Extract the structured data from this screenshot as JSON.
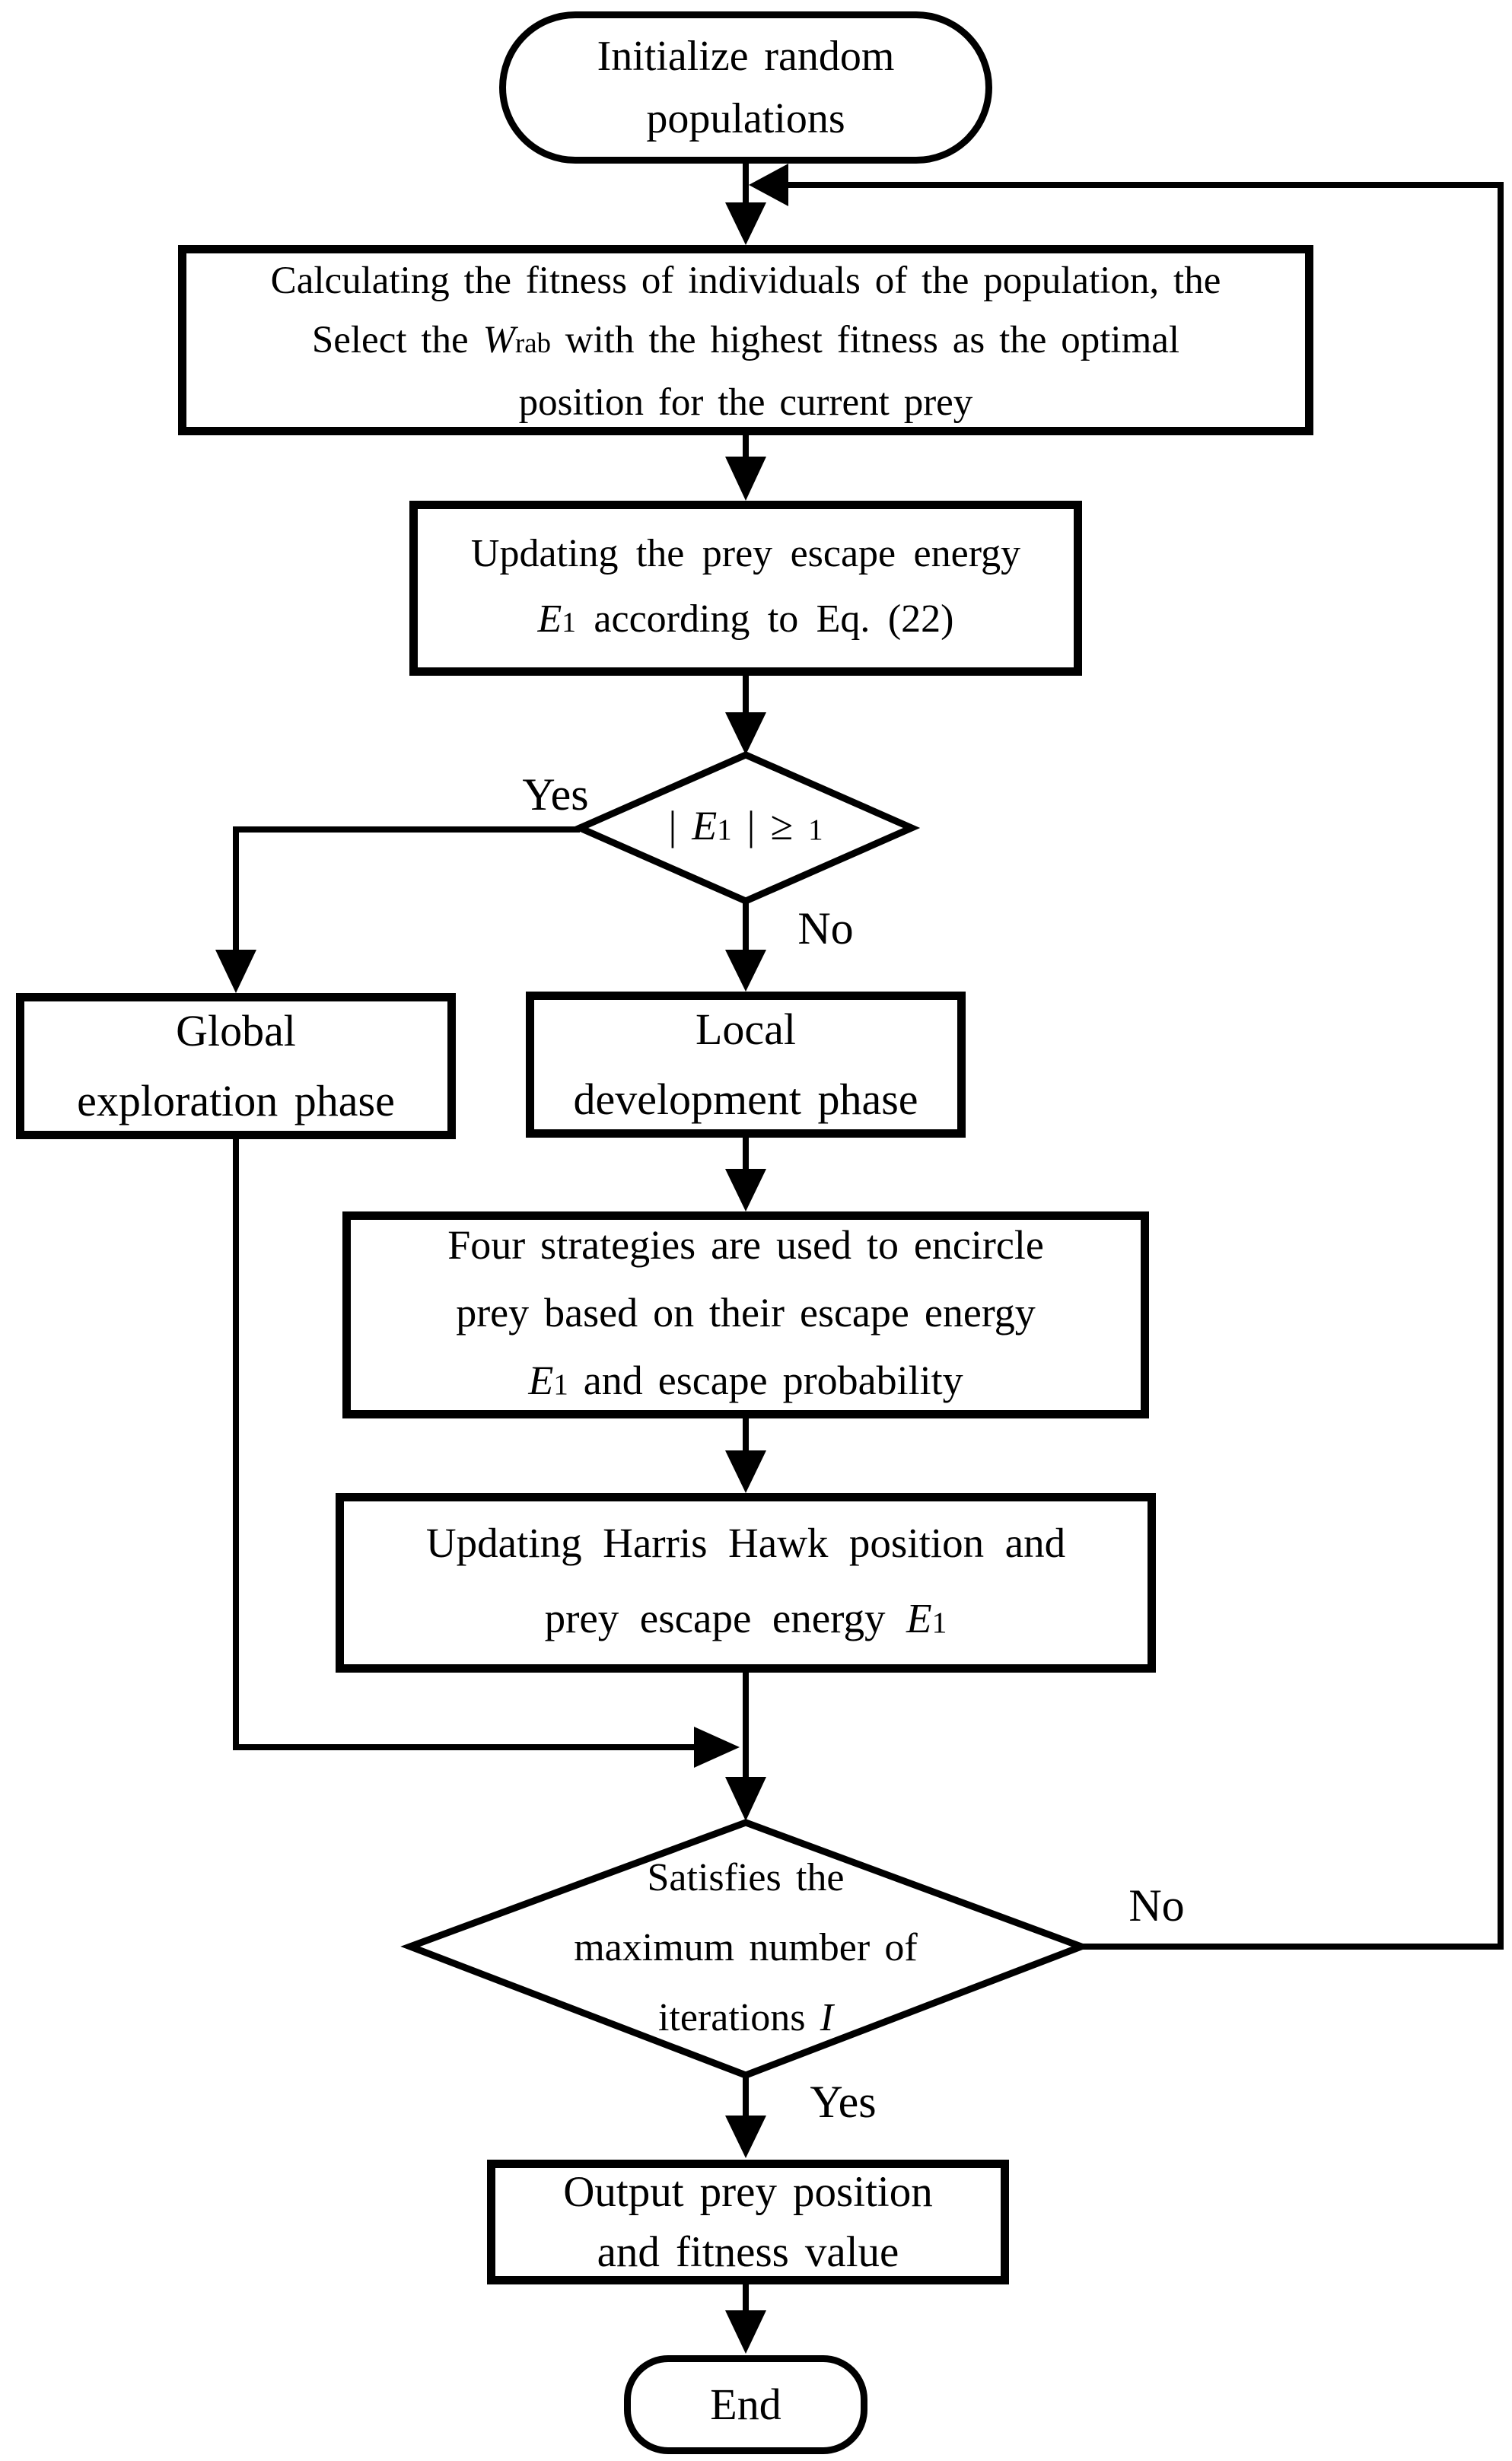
{
  "page": {
    "background": "#ffffff",
    "ink": "#000000"
  },
  "nodes": {
    "start": {
      "type": "terminator",
      "lines": [
        [
          {
            "t": "Initialize random"
          }
        ],
        [
          {
            "t": "populations"
          }
        ]
      ]
    },
    "calc_fitness": {
      "type": "process",
      "lines": [
        [
          {
            "t": "Calculating the fitness of individuals of the population, the"
          }
        ],
        [
          {
            "t": "Select the "
          },
          {
            "t": "W",
            "i": true
          },
          {
            "t": "rab",
            "s": true
          },
          {
            "t": " with the highest fitness as the optimal"
          }
        ],
        [
          {
            "t": "position for the current prey"
          }
        ]
      ]
    },
    "update_energy": {
      "type": "process",
      "lines": [
        [
          {
            "t": "Updating the prey escape energy"
          }
        ],
        [
          {
            "t": "E",
            "i": true
          },
          {
            "t": "1",
            "s": true
          },
          {
            "t": " according to Eq. (22)"
          }
        ]
      ]
    },
    "decision_energy": {
      "type": "decision",
      "lines": [
        [
          {
            "t": "| "
          },
          {
            "t": "E",
            "i": true
          },
          {
            "t": "1",
            "s": true
          },
          {
            "t": " | ≥ "
          },
          {
            "t": "1",
            "s": true
          }
        ]
      ]
    },
    "global_phase": {
      "type": "process",
      "lines": [
        [
          {
            "t": "Global"
          }
        ],
        [
          {
            "t": "exploration phase"
          }
        ]
      ]
    },
    "local_phase": {
      "type": "process",
      "lines": [
        [
          {
            "t": "Local"
          }
        ],
        [
          {
            "t": "development phase"
          }
        ]
      ]
    },
    "four_strategies": {
      "type": "process",
      "lines": [
        [
          {
            "t": "Four strategies are used to encircle"
          }
        ],
        [
          {
            "t": "prey based on their escape energy"
          }
        ],
        [
          {
            "t": "E",
            "i": true
          },
          {
            "t": "1",
            "s": true
          },
          {
            "t": " and escape probability"
          }
        ]
      ]
    },
    "update_hawk": {
      "type": "process",
      "lines": [
        [
          {
            "t": "Updating Harris Hawk position and"
          }
        ],
        [
          {
            "t": "prey escape energy "
          },
          {
            "t": "E",
            "i": true
          },
          {
            "t": "1",
            "s": true
          }
        ]
      ]
    },
    "decision_iterations": {
      "type": "decision",
      "lines": [
        [
          {
            "t": "Satisfies the"
          }
        ],
        [
          {
            "t": "maximum number of"
          }
        ],
        [
          {
            "t": "iterations "
          },
          {
            "t": "I",
            "i": true
          }
        ]
      ]
    },
    "output": {
      "type": "process",
      "lines": [
        [
          {
            "t": "Output prey position"
          }
        ],
        [
          {
            "t": "and fitness value"
          }
        ]
      ]
    },
    "end": {
      "type": "terminator",
      "lines": [
        [
          {
            "t": "End"
          }
        ]
      ]
    }
  },
  "edge_labels": {
    "yes_energy": "Yes",
    "no_energy": "No",
    "no_iterations": "No",
    "yes_iterations": "Yes"
  }
}
